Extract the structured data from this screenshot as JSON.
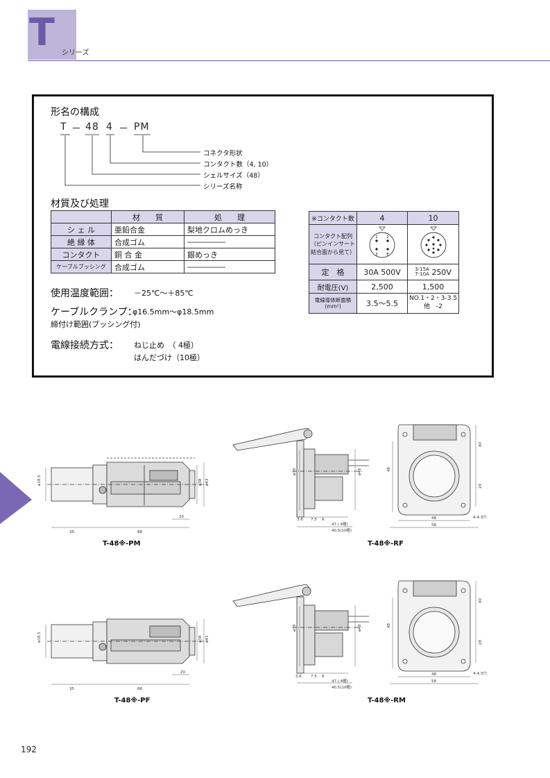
{
  "header": {
    "letter": "T",
    "series": "シリーズ"
  },
  "model": {
    "title": "形名の構成",
    "code": {
      "t": "T",
      "dash1": "－",
      "shell": "48",
      "contacts": "4",
      "dash2": "－",
      "form": "PM"
    },
    "callouts": [
      "コネクタ形状",
      "コンタクト数（4, 10）",
      "シェルサイズ（48）",
      "シリーズ名称"
    ]
  },
  "materials": {
    "title": "材質及び処理",
    "headers": [
      "材　　質",
      "処　　理"
    ],
    "rows": [
      {
        "part": "シ ェ ル",
        "material": "亜鉛合金",
        "treatment": "梨地クロムめっき"
      },
      {
        "part": "絶 縁 体",
        "material": "合成ゴム",
        "treatment": "―――――"
      },
      {
        "part": "コンタクト",
        "material": "銅 合 金",
        "treatment": "銀めっき"
      },
      {
        "part": "ケーブルブッシング",
        "material": "合成ゴム",
        "treatment": "―――――"
      }
    ]
  },
  "contacts_table": {
    "header": [
      "※コンタクト数",
      "4",
      "10"
    ],
    "layout_label": "コンタクト配列（ピンインサート結合面から見て）",
    "layout_label_lines": [
      "コンタクト配列",
      "（ピンインサート",
      "結合面から見て）"
    ],
    "pin_labels_4": [
      "1",
      "2",
      "3",
      "E"
    ],
    "rating_label": "定　格",
    "rating_4": "30A 500V",
    "rating_10_a": "3-15A",
    "rating_10_b": "7-10A",
    "rating_10_v": "250V",
    "voltage_label": "耐電圧(V)",
    "voltage_4": "2,500",
    "voltage_10": "1,500",
    "wire_label_1": "電線導体断面積",
    "wire_label_2": "(mm²)",
    "wire_4": "3.5～5.5",
    "wire_10_a": "NO.1・2・3-3.5",
    "wire_10_b": "他　-2"
  },
  "temperature": {
    "label": "使用温度範囲：",
    "value": "－25℃～＋85℃"
  },
  "clamp": {
    "label": "ケーブルクランプ：",
    "value": "φ16.5mm～φ18.5mm",
    "sub": "締付け範囲(ブッシング付)"
  },
  "wiring": {
    "label": "電線接続方式：",
    "line1": "ねじ止め　（ 4極）",
    "line2": "はんだづけ（10極）"
  },
  "drawings": {
    "pm": {
      "caption": "T-48※-PM",
      "dims": {
        "dia_cable": "ø18.5",
        "dia38": "ø38",
        "dia43": "ø43",
        "d20": "20",
        "d35": "35",
        "d88": "88"
      }
    },
    "rf": {
      "caption": "T-48※-RF",
      "dims": {
        "dia39": "ø39",
        "dia48": "ø48",
        "d36": "3.6",
        "d75": "7.5",
        "d6": "6",
        "d47": "47 ( 4極)",
        "d405": "40.5(10極)"
      }
    },
    "rf_front": {
      "dims": {
        "d48v": "48",
        "d48h": "48",
        "d58": "58",
        "d40": "40",
        "d29": "29",
        "holes": "4-4.3穴"
      }
    },
    "pf": {
      "caption": "T-48※-PF",
      "dims": {
        "dia_cable": "ø18.5",
        "dia38": "ø38",
        "dia43": "ø43",
        "d20": "20",
        "d35": "35",
        "d88": "88"
      }
    },
    "rm": {
      "caption": "T-48※-RM",
      "dims": {
        "dia39": "ø39",
        "dia48": "ø48",
        "d36": "3.6",
        "d75": "7.5",
        "d6": "6",
        "d47": "47 ( 4極)",
        "d405": "40.5(10極)"
      }
    },
    "rm_front": {
      "dims": {
        "d48v": "48",
        "d48h": "48",
        "d58": "58",
        "d40": "40",
        "d28": "28",
        "holes": "4-4.3穴"
      }
    }
  },
  "page_number": "192"
}
